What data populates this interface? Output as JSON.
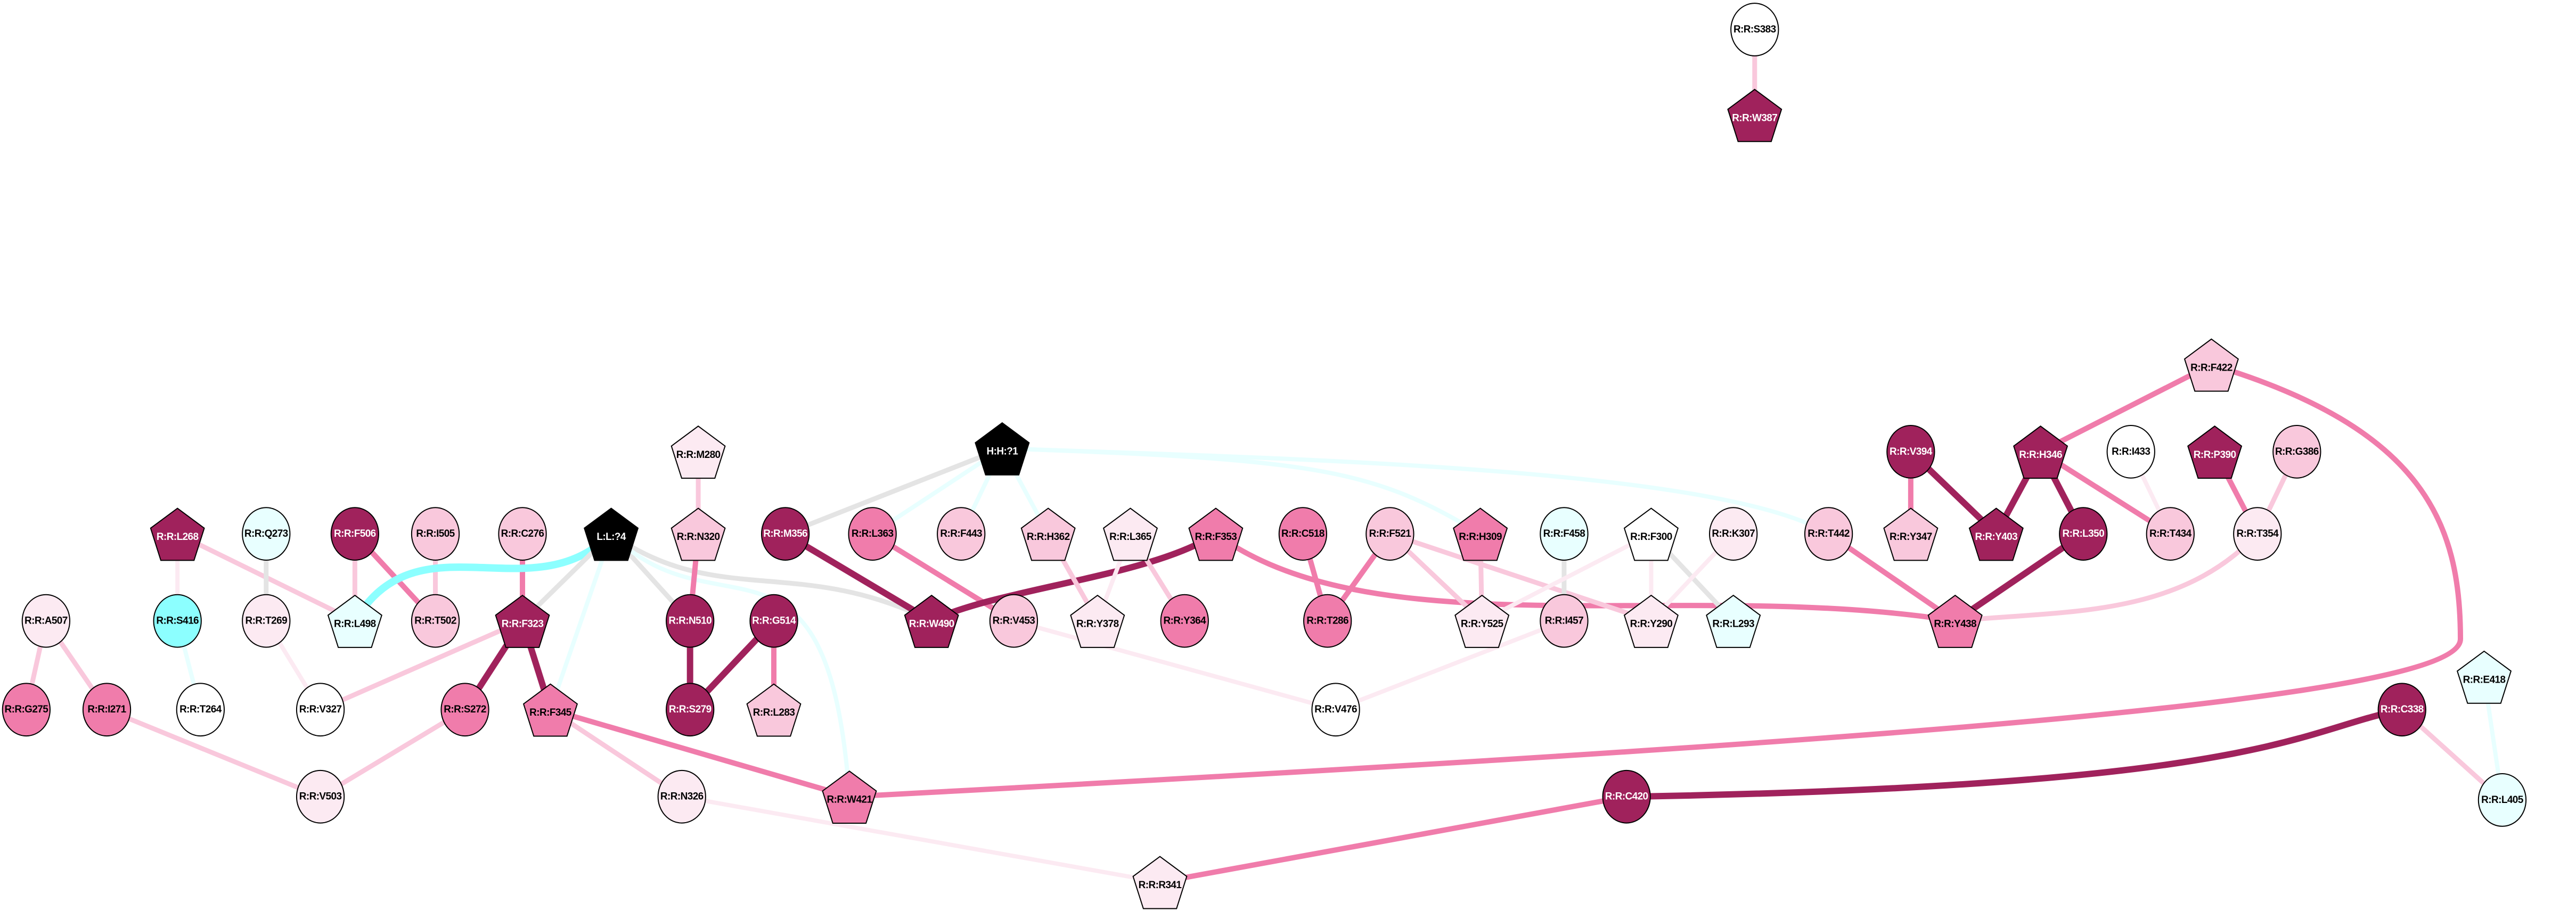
{
  "palette": {
    "dark": "#A0225C",
    "mid": "#F07CAB",
    "light": "#F9C8DC",
    "pale": "#FCEAF2",
    "white": "#FFFFFF",
    "cyan": "#8CFFFF",
    "palecyan": "#E8FFFF",
    "black": "#000000",
    "gray": "#E4E4E4"
  },
  "nodes": [
    {
      "id": "S383",
      "label": "R:R:S383",
      "shape": "circle",
      "color": "white"
    },
    {
      "id": "W387",
      "label": "R:R:W387",
      "shape": "pentagon",
      "color": "dark"
    },
    {
      "id": "F422",
      "label": "R:R:F422",
      "shape": "pentagon",
      "color": "light"
    },
    {
      "id": "M280",
      "label": "R:R:M280",
      "shape": "pentagon",
      "color": "pale"
    },
    {
      "id": "H1",
      "label": "H:H:?1",
      "shape": "pentagon",
      "color": "black"
    },
    {
      "id": "V394",
      "label": "R:R:V394",
      "shape": "circle",
      "color": "dark"
    },
    {
      "id": "H346",
      "label": "R:R:H346",
      "shape": "pentagon",
      "color": "dark"
    },
    {
      "id": "I433",
      "label": "R:R:I433",
      "shape": "circle",
      "color": "white"
    },
    {
      "id": "P390",
      "label": "R:R:P390",
      "shape": "pentagon",
      "color": "dark"
    },
    {
      "id": "G386",
      "label": "R:R:G386",
      "shape": "circle",
      "color": "light"
    },
    {
      "id": "L268",
      "label": "R:R:L268",
      "shape": "pentagon",
      "color": "dark"
    },
    {
      "id": "Q273",
      "label": "R:R:Q273",
      "shape": "circle",
      "color": "palecyan"
    },
    {
      "id": "F506",
      "label": "R:R:F506",
      "shape": "circle",
      "color": "dark"
    },
    {
      "id": "I505",
      "label": "R:R:I505",
      "shape": "circle",
      "color": "light"
    },
    {
      "id": "C276",
      "label": "R:R:C276",
      "shape": "circle",
      "color": "light"
    },
    {
      "id": "L4",
      "label": "L:L:?4",
      "shape": "pentagon",
      "color": "black"
    },
    {
      "id": "N320",
      "label": "R:R:N320",
      "shape": "pentagon",
      "color": "light"
    },
    {
      "id": "M356",
      "label": "R:R:M356",
      "shape": "circle",
      "color": "dark"
    },
    {
      "id": "L363",
      "label": "R:R:L363",
      "shape": "circle",
      "color": "mid"
    },
    {
      "id": "F443",
      "label": "R:R:F443",
      "shape": "circle",
      "color": "light"
    },
    {
      "id": "H362",
      "label": "R:R:H362",
      "shape": "pentagon",
      "color": "light"
    },
    {
      "id": "L365",
      "label": "R:R:L365",
      "shape": "pentagon",
      "color": "pale"
    },
    {
      "id": "F353",
      "label": "R:R:F353",
      "shape": "pentagon",
      "color": "mid"
    },
    {
      "id": "C518",
      "label": "R:R:C518",
      "shape": "circle",
      "color": "mid"
    },
    {
      "id": "F521",
      "label": "R:R:F521",
      "shape": "circle",
      "color": "light"
    },
    {
      "id": "H309",
      "label": "R:R:H309",
      "shape": "pentagon",
      "color": "mid"
    },
    {
      "id": "F458",
      "label": "R:R:F458",
      "shape": "circle",
      "color": "palecyan"
    },
    {
      "id": "F300",
      "label": "R:R:F300",
      "shape": "pentagon",
      "color": "white"
    },
    {
      "id": "K307",
      "label": "R:R:K307",
      "shape": "circle",
      "color": "pale"
    },
    {
      "id": "T442",
      "label": "R:R:T442",
      "shape": "circle",
      "color": "light"
    },
    {
      "id": "Y347",
      "label": "R:R:Y347",
      "shape": "pentagon",
      "color": "light"
    },
    {
      "id": "Y403",
      "label": "R:R:Y403",
      "shape": "pentagon",
      "color": "dark"
    },
    {
      "id": "L350",
      "label": "R:R:L350",
      "shape": "circle",
      "color": "dark"
    },
    {
      "id": "T434",
      "label": "R:R:T434",
      "shape": "circle",
      "color": "light"
    },
    {
      "id": "T354",
      "label": "R:R:T354",
      "shape": "circle",
      "color": "pale"
    },
    {
      "id": "A507",
      "label": "R:R:A507",
      "shape": "circle",
      "color": "pale"
    },
    {
      "id": "S416",
      "label": "R:R:S416",
      "shape": "circle",
      "color": "cyan"
    },
    {
      "id": "T269",
      "label": "R:R:T269",
      "shape": "circle",
      "color": "pale"
    },
    {
      "id": "L498",
      "label": "R:R:L498",
      "shape": "pentagon",
      "color": "palecyan"
    },
    {
      "id": "T502",
      "label": "R:R:T502",
      "shape": "circle",
      "color": "light"
    },
    {
      "id": "F323",
      "label": "R:R:F323",
      "shape": "pentagon",
      "color": "dark"
    },
    {
      "id": "N510",
      "label": "R:R:N510",
      "shape": "circle",
      "color": "dark"
    },
    {
      "id": "G514",
      "label": "R:R:G514",
      "shape": "circle",
      "color": "dark"
    },
    {
      "id": "W490",
      "label": "R:R:W490",
      "shape": "pentagon",
      "color": "dark"
    },
    {
      "id": "V453",
      "label": "R:R:V453",
      "shape": "circle",
      "color": "light"
    },
    {
      "id": "Y378",
      "label": "R:R:Y378",
      "shape": "pentagon",
      "color": "pale"
    },
    {
      "id": "Y364",
      "label": "R:R:Y364",
      "shape": "circle",
      "color": "mid"
    },
    {
      "id": "T286",
      "label": "R:R:T286",
      "shape": "circle",
      "color": "mid"
    },
    {
      "id": "Y525",
      "label": "R:R:Y525",
      "shape": "pentagon",
      "color": "pale"
    },
    {
      "id": "I457",
      "label": "R:R:I457",
      "shape": "circle",
      "color": "light"
    },
    {
      "id": "Y290",
      "label": "R:R:Y290",
      "shape": "pentagon",
      "color": "pale"
    },
    {
      "id": "L293",
      "label": "R:R:L293",
      "shape": "pentagon",
      "color": "palecyan"
    },
    {
      "id": "Y438",
      "label": "R:R:Y438",
      "shape": "pentagon",
      "color": "mid"
    },
    {
      "id": "G275",
      "label": "R:R:G275",
      "shape": "circle",
      "color": "mid"
    },
    {
      "id": "I271",
      "label": "R:R:I271",
      "shape": "circle",
      "color": "mid"
    },
    {
      "id": "T264",
      "label": "R:R:T264",
      "shape": "circle",
      "color": "white"
    },
    {
      "id": "V327",
      "label": "R:R:V327",
      "shape": "circle",
      "color": "white"
    },
    {
      "id": "S272",
      "label": "R:R:S272",
      "shape": "circle",
      "color": "mid"
    },
    {
      "id": "F345",
      "label": "R:R:F345",
      "shape": "pentagon",
      "color": "mid"
    },
    {
      "id": "S279",
      "label": "R:R:S279",
      "shape": "circle",
      "color": "dark"
    },
    {
      "id": "L283",
      "label": "R:R:L283",
      "shape": "pentagon",
      "color": "light"
    },
    {
      "id": "V476",
      "label": "R:R:V476",
      "shape": "circle",
      "color": "white"
    },
    {
      "id": "C338",
      "label": "R:R:C338",
      "shape": "circle",
      "color": "dark"
    },
    {
      "id": "E418",
      "label": "R:R:E418",
      "shape": "pentagon",
      "color": "palecyan"
    },
    {
      "id": "L405",
      "label": "R:R:L405",
      "shape": "circle",
      "color": "palecyan"
    },
    {
      "id": "V503",
      "label": "R:R:V503",
      "shape": "circle",
      "color": "pale"
    },
    {
      "id": "N326",
      "label": "R:R:N326",
      "shape": "circle",
      "color": "pale"
    },
    {
      "id": "W421",
      "label": "R:R:W421",
      "shape": "pentagon",
      "color": "mid"
    },
    {
      "id": "C420",
      "label": "R:R:C420",
      "shape": "circle",
      "color": "dark"
    },
    {
      "id": "R341",
      "label": "R:R:R341",
      "shape": "pentagon",
      "color": "pale"
    }
  ],
  "edges": [
    [
      "S383",
      "W387",
      "light"
    ],
    [
      "L268",
      "S416",
      "pale"
    ],
    [
      "L268",
      "L498",
      "light"
    ],
    [
      "Q273",
      "T269",
      "gray"
    ],
    [
      "F506",
      "L498",
      "light"
    ],
    [
      "F506",
      "T502",
      "mid"
    ],
    [
      "I505",
      "T502",
      "light"
    ],
    [
      "C276",
      "F323",
      "mid"
    ],
    [
      "L4",
      "L498",
      "cyan"
    ],
    [
      "L4",
      "F323",
      "gray"
    ],
    [
      "L4",
      "F345",
      "palecyan"
    ],
    [
      "L4",
      "N510",
      "gray"
    ],
    [
      "L4",
      "W490",
      "gray"
    ],
    [
      "L4",
      "W421",
      "palecyan"
    ],
    [
      "M280",
      "N320",
      "light"
    ],
    [
      "N320",
      "N510",
      "mid"
    ],
    [
      "M356",
      "W490",
      "dark"
    ],
    [
      "M356",
      "H1",
      "gray"
    ],
    [
      "L363",
      "V453",
      "mid"
    ],
    [
      "H1",
      "L363",
      "palecyan"
    ],
    [
      "H1",
      "F443",
      "palecyan"
    ],
    [
      "H1",
      "H362",
      "palecyan"
    ],
    [
      "H1",
      "H309",
      "palecyan"
    ],
    [
      "H1",
      "T442",
      "palecyan"
    ],
    [
      "A507",
      "G275",
      "light"
    ],
    [
      "A507",
      "I271",
      "light"
    ],
    [
      "S416",
      "T264",
      "palecyan"
    ],
    [
      "T269",
      "V327",
      "pale"
    ],
    [
      "F323",
      "V327",
      "light"
    ],
    [
      "F323",
      "S272",
      "dark"
    ],
    [
      "F323",
      "F345",
      "dark"
    ],
    [
      "I271",
      "V503",
      "light"
    ],
    [
      "S272",
      "V503",
      "light"
    ],
    [
      "F345",
      "N326",
      "light"
    ],
    [
      "F345",
      "W421",
      "mid"
    ],
    [
      "N510",
      "S279",
      "dark"
    ],
    [
      "G514",
      "S279",
      "dark"
    ],
    [
      "G514",
      "L283",
      "mid"
    ],
    [
      "F353",
      "W490",
      "dark"
    ],
    [
      "F353",
      "Y438",
      "mid"
    ],
    [
      "H362",
      "Y378",
      "light"
    ],
    [
      "L365",
      "Y378",
      "pale"
    ],
    [
      "L365",
      "Y364",
      "light"
    ],
    [
      "C518",
      "T286",
      "mid"
    ],
    [
      "F521",
      "T286",
      "mid"
    ],
    [
      "F521",
      "Y525",
      "light"
    ],
    [
      "F521",
      "Y290",
      "light"
    ],
    [
      "H309",
      "Y525",
      "light"
    ],
    [
      "F458",
      "I457",
      "gray"
    ],
    [
      "F300",
      "Y525",
      "pale"
    ],
    [
      "F300",
      "Y290",
      "pale"
    ],
    [
      "F300",
      "L293",
      "gray"
    ],
    [
      "K307",
      "Y290",
      "pale"
    ],
    [
      "V453",
      "V476",
      "pale"
    ],
    [
      "I457",
      "V476",
      "pale"
    ],
    [
      "N326",
      "R341",
      "pale"
    ],
    [
      "R341",
      "C420",
      "mid"
    ],
    [
      "C420",
      "C338",
      "dark"
    ],
    [
      "C338",
      "L405",
      "light"
    ],
    [
      "E418",
      "L405",
      "palecyan"
    ],
    [
      "T442",
      "Y438",
      "mid"
    ],
    [
      "L350",
      "Y438",
      "dark"
    ],
    [
      "T354",
      "Y438",
      "light"
    ],
    [
      "V394",
      "Y347",
      "mid"
    ],
    [
      "V394",
      "Y403",
      "dark"
    ],
    [
      "H346",
      "Y403",
      "dark"
    ],
    [
      "H346",
      "L350",
      "dark"
    ],
    [
      "H346",
      "T434",
      "mid"
    ],
    [
      "H346",
      "F422",
      "mid"
    ],
    [
      "I433",
      "T434",
      "pale"
    ],
    [
      "P390",
      "T354",
      "mid"
    ],
    [
      "G386",
      "T354",
      "light"
    ],
    [
      "F422",
      "W421",
      "mid"
    ]
  ]
}
